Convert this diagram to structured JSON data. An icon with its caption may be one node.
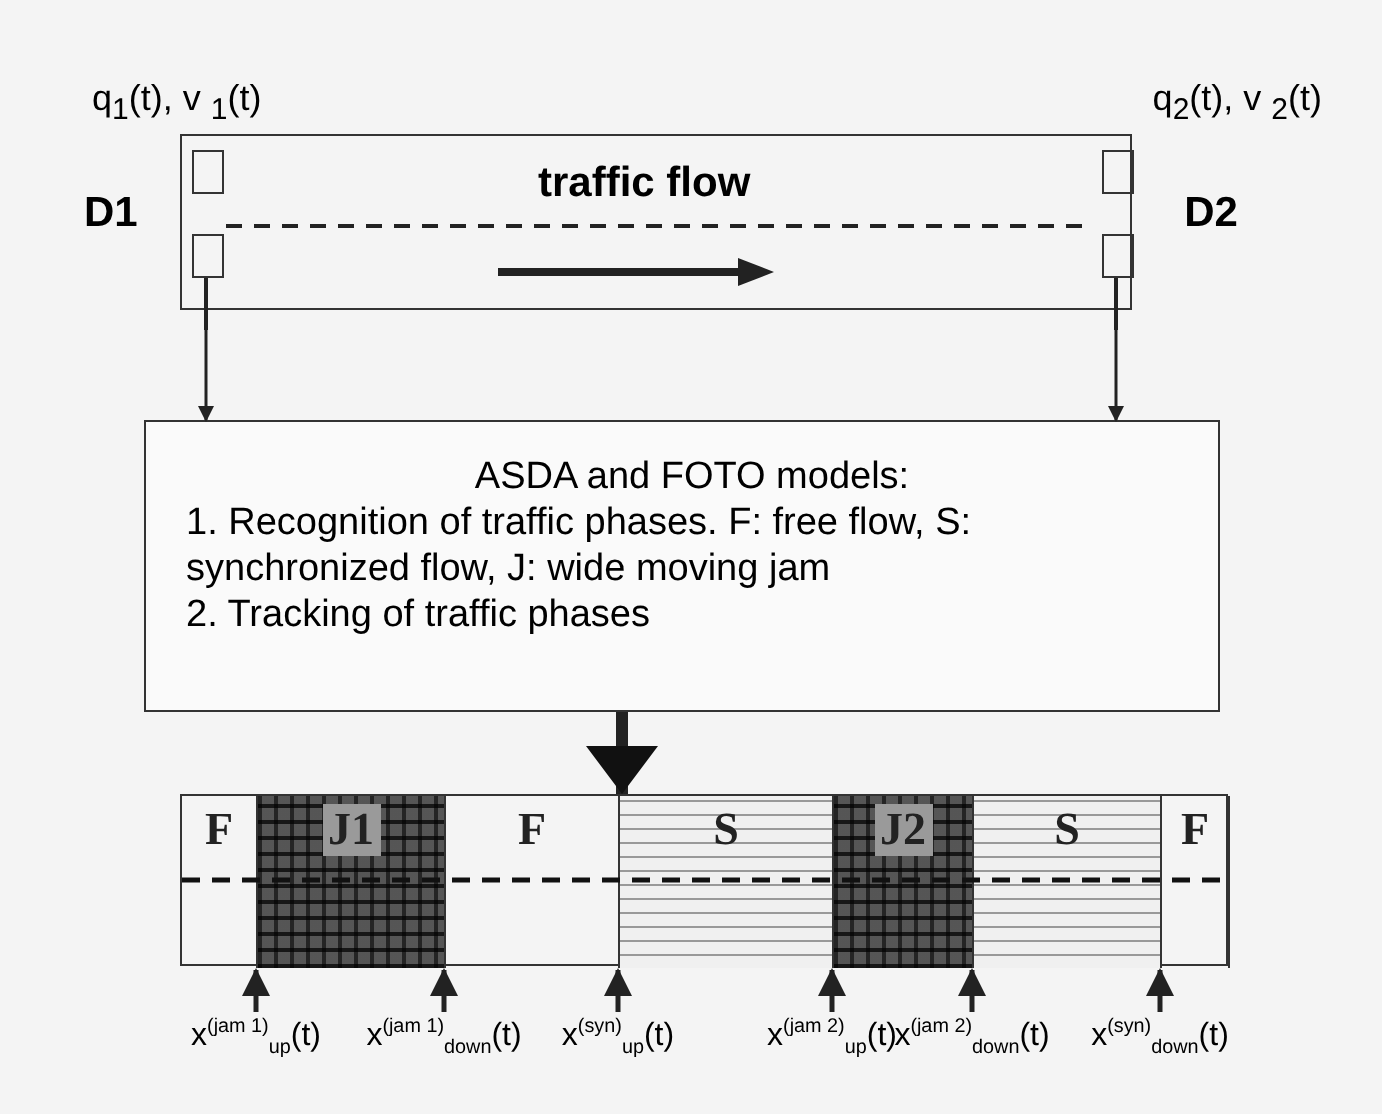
{
  "diagram": {
    "nodes": [
      {
        "text": [
          "traffic flow"
        ]
      },
      {
        "text": [
          "D1"
        ],
        "beside": [
          "q$_{1}$(t), v $_{1}$(t)"
        ]
      },
      {
        "text": [
          "D2"
        ],
        "beside": [
          "q$_{2}$(t), v $_{2}$(t)"
        ]
      },
      {
        "text": [
          "ASDA and FOTO models:",
          "1. Recognition of traffic phases. F: free flow, S: synchronized flow, J: wide moving jam",
          "2. Tracking of traffic phases"
        ]
      },
      {
        "text": [],
        "shape": "bar"
      },
      {
        "text": [
          "F"
        ],
        "in": 4
      },
      {
        "text": [
          "J1"
        ],
        "in": 4
      },
      {
        "text": [
          "F"
        ],
        "in": 4
      },
      {
        "text": [
          "S"
        ],
        "in": 4
      },
      {
        "text": [
          "J2"
        ],
        "in": 4
      },
      {
        "text": [
          "S"
        ],
        "in": 4
      },
      {
        "text": [
          "F"
        ],
        "in": 4
      },
      {
        "text": [
          "x$^{(jam 1)}$$_{up}$(t)"
        ]
      },
      {
        "text": [
          "x$^{(jam 1)}$$_{down}$(t)"
        ]
      },
      {
        "text": [
          "x$^{(syn)}$$_{up}$(t)"
        ]
      },
      {
        "text": [
          "x$^{(jam 2)}$$_{up}$(t)"
        ]
      },
      {
        "text": [
          "x$^{(jam 2)}$$_{down}$(t)"
        ]
      },
      {
        "text": [
          "x$^{(syn)}$$_{down}$(t)"
        ]
      }
    ],
    "edges": [
      {
        "from": 1,
        "to": 3,
        "arrow": "to"
      },
      {
        "from": 2,
        "to": 3,
        "arrow": "to"
      },
      {
        "from": 3,
        "to": 4,
        "arrow": "to",
        "style": "thick"
      },
      {
        "from": 12,
        "to": null,
        "arrow": "to"
      },
      {
        "from": 13,
        "to": null,
        "arrow": "to"
      },
      {
        "from": 14,
        "to": null,
        "arrow": "to"
      },
      {
        "from": 15,
        "to": null,
        "arrow": "to"
      },
      {
        "from": 16,
        "to": null,
        "arrow": "to"
      },
      {
        "from": 17,
        "to": null,
        "arrow": "to"
      }
    ]
  }
}
